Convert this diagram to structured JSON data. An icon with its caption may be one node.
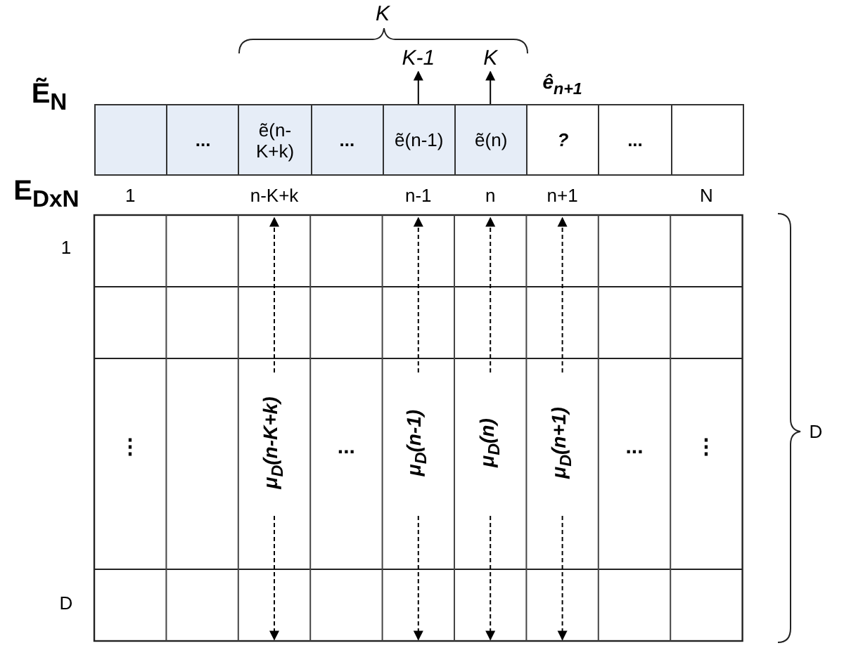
{
  "diagram": {
    "nodes": [
      {
        "text": [],
        "shape": "box"
      },
      {
        "text": [
          "..."
        ]
      },
      {
        "text": [
          "ẽ(n-K+k)"
        ]
      },
      {
        "text": [
          "..."
        ]
      },
      {
        "text": [
          "ẽ(n-1)"
        ]
      },
      {
        "text": [
          "ẽ(n)"
        ]
      },
      {
        "text": [
          "?"
        ],
        "beside": [
          "ê$_{n+1}$"
        ]
      },
      {
        "text": [
          "..."
        ]
      },
      {
        "text": [],
        "shape": "box"
      },
      {
        "text": [
          "K-1"
        ]
      },
      {
        "text": [
          "K"
        ]
      }
    ],
    "edges": [
      {
        "from": 4,
        "to": 9,
        "arrow": "to"
      },
      {
        "from": 5,
        "to": 10,
        "arrow": "to"
      }
    ],
    "labels": [
      "K",
      "Ẽ$_{N}$",
      "E$_{DxN}$",
      "1",
      "n-K+k",
      "n-1",
      "n",
      "n+1",
      "N",
      "1",
      "⋮",
      "μ$_{D}$(n-K+k)",
      "...",
      "μ$_{D}$(n-1)",
      "μ$_{D}$(n)",
      "μ$_{D}$(n+1)",
      "...",
      "⋮",
      "D",
      "D"
    ]
  }
}
